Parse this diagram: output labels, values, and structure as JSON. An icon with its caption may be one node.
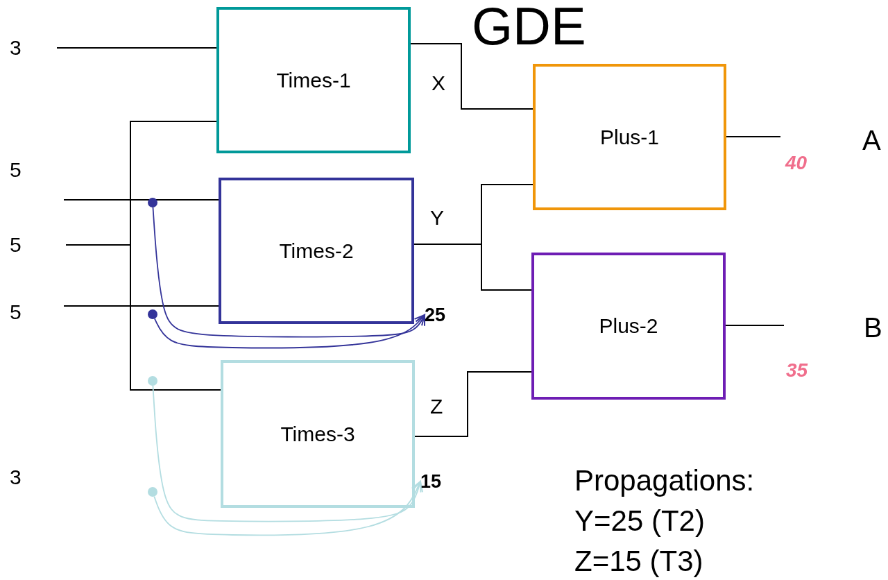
{
  "diagram": {
    "title": "GDE",
    "nodes": [
      {
        "text": [
          "3"
        ]
      },
      {
        "text": [
          "5"
        ]
      },
      {
        "text": [
          "5"
        ]
      },
      {
        "text": [
          "5"
        ]
      },
      {
        "text": [
          "3"
        ]
      },
      {
        "text": [
          "Times-1"
        ]
      },
      {
        "text": [
          "Times-2"
        ]
      },
      {
        "text": [
          "Times-3"
        ]
      },
      {
        "text": [
          "Plus-1"
        ]
      },
      {
        "text": [
          "Plus-2"
        ]
      },
      {
        "text": [],
        "shape": "circle"
      },
      {
        "text": [],
        "shape": "circle"
      },
      {
        "text": [
          "25"
        ]
      },
      {
        "text": [],
        "shape": "circle"
      },
      {
        "text": [],
        "shape": "circle"
      },
      {
        "text": [
          "15"
        ]
      }
    ],
    "edges": [
      {
        "from": 0,
        "to": 5,
        "arrow": "none"
      },
      {
        "from": 2,
        "to": 5,
        "arrow": "none"
      },
      {
        "from": 2,
        "to": 7,
        "arrow": "none"
      },
      {
        "from": 1,
        "to": 6,
        "arrow": "none"
      },
      {
        "from": 3,
        "to": 6,
        "arrow": "none"
      },
      {
        "from": 5,
        "to": 8,
        "arrow": "none",
        "label": "X"
      },
      {
        "from": 6,
        "to": 8,
        "arrow": "none",
        "label": "Y"
      },
      {
        "from": 6,
        "to": 9,
        "arrow": "none"
      },
      {
        "from": 7,
        "to": 9,
        "arrow": "none",
        "label": "Z"
      },
      {
        "from": 8,
        "to": null,
        "arrow": "none"
      },
      {
        "from": 9,
        "to": null,
        "arrow": "none"
      },
      {
        "from": 10,
        "to": 12,
        "arrow": "to",
        "color": "#333399"
      },
      {
        "from": 11,
        "to": 12,
        "arrow": "to",
        "color": "#333399"
      },
      {
        "from": 13,
        "to": 15,
        "arrow": "to",
        "color": "#b3dde1"
      },
      {
        "from": 14,
        "to": 15,
        "arrow": "to",
        "color": "#b3dde1"
      }
    ],
    "labels": [
      "40",
      "A",
      "35",
      "B",
      "Propagations:",
      "Y=25 (T2)",
      "Z=15 (T3)"
    ]
  }
}
